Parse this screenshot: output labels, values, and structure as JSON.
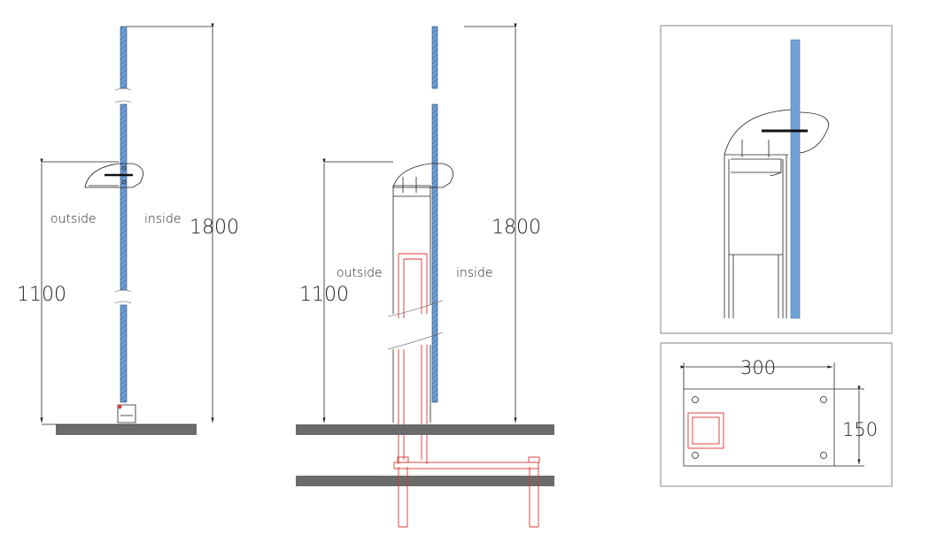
{
  "colors": {
    "glass": "#6fa0d8",
    "slab": "#6b6b6b",
    "anchor": "#dd3333",
    "line": "#222222"
  },
  "section_1": {
    "height_dimension": "1800",
    "handrail_dimension": "1100",
    "outside_label": "outside",
    "inside_label": "inside"
  },
  "section_2": {
    "height_dimension": "1800",
    "handrail_dimension": "1100",
    "outside_label": "outside",
    "inside_label": "inside"
  },
  "base_plate_detail": {
    "width_dimension": "300",
    "depth_dimension": "150"
  }
}
